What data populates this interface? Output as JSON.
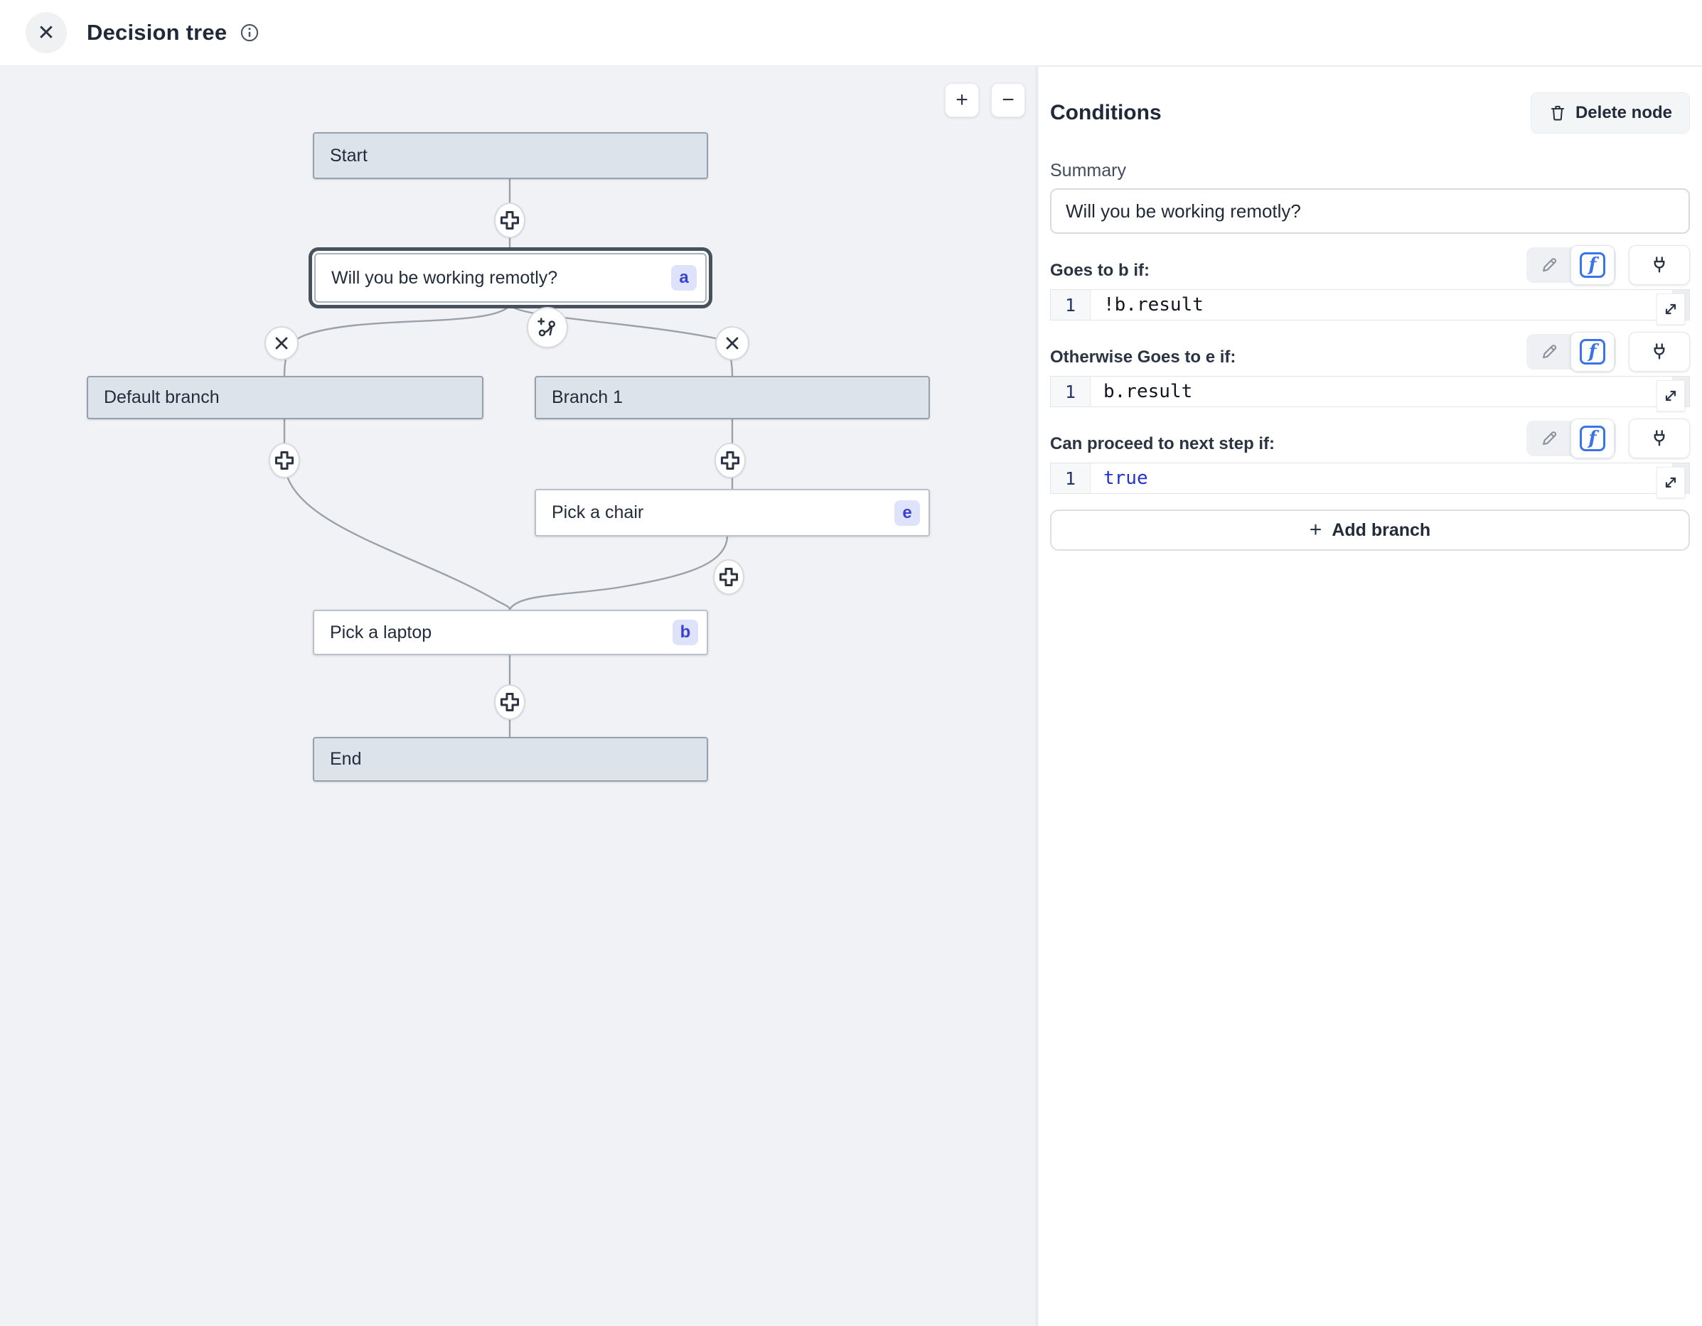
{
  "header": {
    "title": "Decision tree",
    "close_glyph": "✕"
  },
  "canvas": {
    "zoom_in": "+",
    "zoom_out": "−",
    "nodes": [
      {
        "id": "start",
        "label": "Start"
      },
      {
        "id": "question",
        "label": "Will you be working remotly?",
        "badge": "a"
      },
      {
        "id": "default-branch",
        "label": "Default branch"
      },
      {
        "id": "branch-1",
        "label": "Branch 1"
      },
      {
        "id": "pick-chair",
        "label": "Pick a chair",
        "badge": "e"
      },
      {
        "id": "pick-laptop",
        "label": "Pick a laptop",
        "badge": "b"
      },
      {
        "id": "end",
        "label": "End"
      }
    ]
  },
  "panel": {
    "title": "Conditions",
    "delete_button_label": "Delete node",
    "summary_label": "Summary",
    "summary_value": "Will you be working remotly?",
    "fx_glyph": "f",
    "conditions": [
      {
        "label": "Goes to b if:",
        "line_number": "1",
        "code": "!b.result"
      },
      {
        "label": "Otherwise Goes to e if:",
        "line_number": "1",
        "code": "b.result"
      },
      {
        "label": "Can proceed to next step if:",
        "line_number": "1",
        "code": "true"
      }
    ],
    "add_branch_label": "Add branch",
    "add_branch_plus": "+"
  },
  "colors": {
    "canvas_bg": "#f1f2f5",
    "node_gray": "#dde3ea",
    "node_border": "#97a1ac",
    "selected_ring": "#47525e",
    "badge_bg": "#dee3fb",
    "badge_text": "#3a41cf",
    "edge": "#9aa1a9",
    "code_keyword_blue": "#2531cf",
    "fx_blue": "#3b73e8"
  }
}
